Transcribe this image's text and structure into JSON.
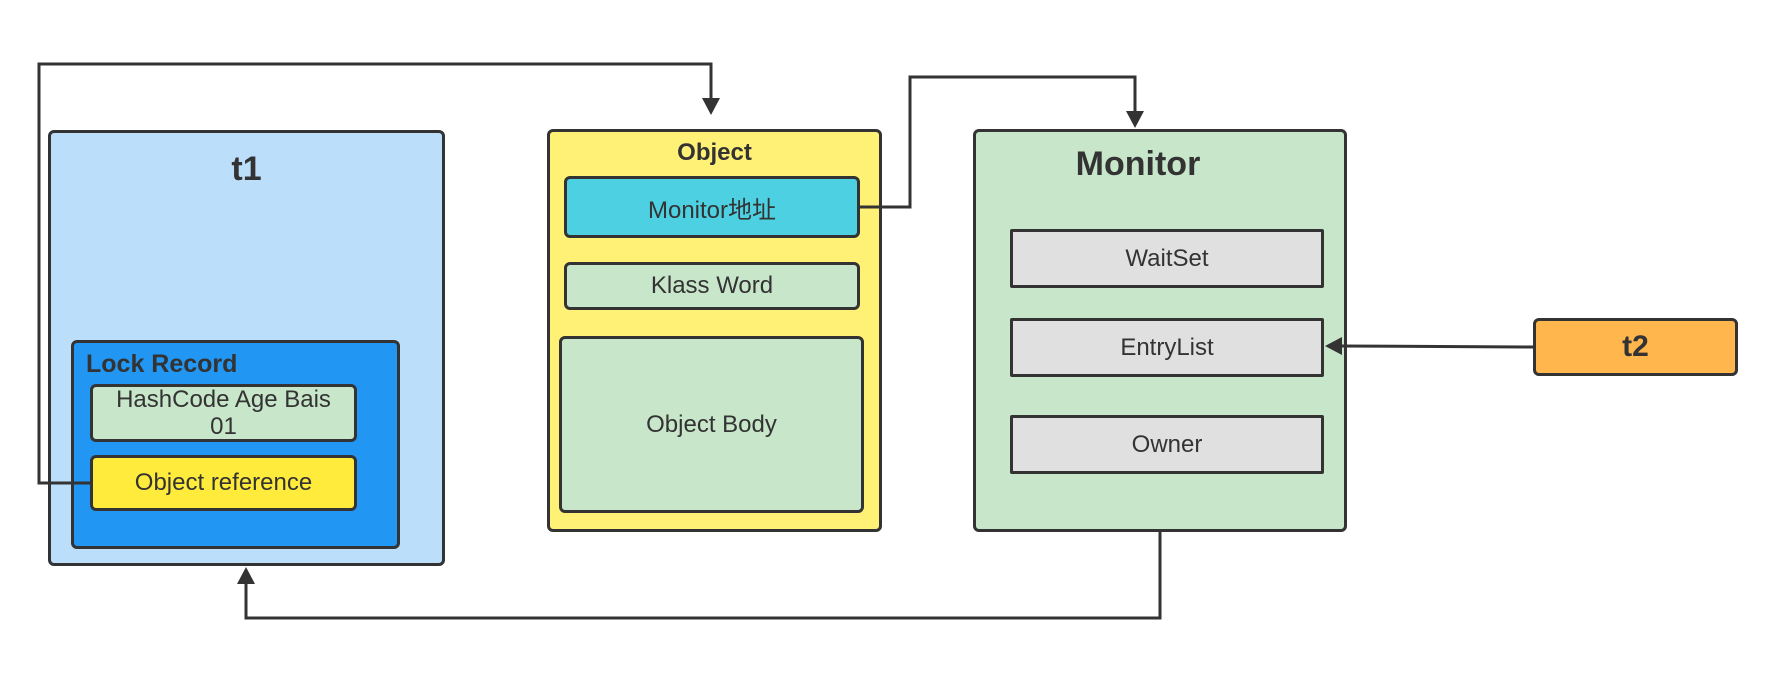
{
  "t1": {
    "title": "t1",
    "color": "#BBDEFB",
    "lock_record": {
      "title": "Lock Record",
      "color": "#2196F3",
      "hash_line1": "HashCode Age Bais",
      "hash_line2": "01",
      "hash_color": "#C8E6C9",
      "ref_label": "Object reference",
      "ref_color": "#FFEB3B"
    }
  },
  "object": {
    "title": "Object",
    "color": "#FFF176",
    "monitor_addr": "Monitor地址",
    "monitor_addr_color": "#4DD0E1",
    "klass_word": "Klass Word",
    "body": "Object Body",
    "field_color": "#C8E6C9"
  },
  "monitor": {
    "title": "Monitor",
    "color": "#C8E6C9",
    "waitset": "WaitSet",
    "entrylist": "EntryList",
    "owner": "Owner",
    "slot_color": "#E0E0E0"
  },
  "t2": {
    "title": "t2",
    "color": "#FFB74D"
  },
  "line_color": "#333333"
}
